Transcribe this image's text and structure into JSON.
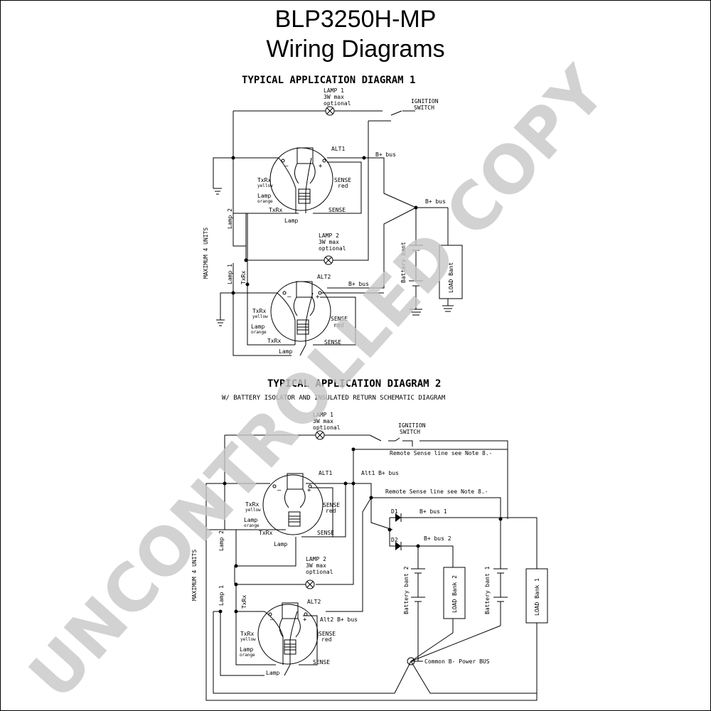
{
  "page": {
    "title_line1": "BLP3250H-MP",
    "title_line2": "Wiring Diagrams",
    "watermark": "UNCONTROLLED COPY"
  },
  "diagram1": {
    "heading": "TYPICAL APPLICATION DIAGRAM 1",
    "lamp1": [
      "LAMP 1",
      "3W max",
      "optional"
    ],
    "ignition": [
      "IGNITION",
      "SWITCH"
    ],
    "alt1": "ALT1",
    "alt2": "ALT2",
    "bplus_bus": "B+ bus",
    "txrx": "TxRx",
    "yellow": "yellow",
    "lamp_wire": "Lamp",
    "orange": "orange",
    "sense": "SENSE",
    "red": "red",
    "minus": "–",
    "plus": "+",
    "lamp2": [
      "LAMP 2",
      "3W max",
      "optional"
    ],
    "lamp2_side": "Lamp 2",
    "lamp1_side": "Lamp 1",
    "txrx_side": "TxRx",
    "max_units": "MAXIMUM 4 UNITS",
    "battery": "Battery bant",
    "load": "LOAD Bant"
  },
  "diagram2": {
    "heading": "TYPICAL APPLICATION DIAGRAM 2",
    "subheading": "W/ BATTERY ISOLATOR AND INSULATED RETURN SCHEMATIC DIAGRAM",
    "lamp1": [
      "LAMP 1",
      "3W max",
      "optional"
    ],
    "ignition": [
      "IGNITION",
      "SWITCH"
    ],
    "remote_sense_1": "Remote Sense line see Note 8.-",
    "remote_sense_2": "Remote Sense line see Note 8.-",
    "alt1": "ALT1",
    "alt2": "ALT2",
    "alt1_bus": "Alt1 B+ bus",
    "alt2_bus": "Alt2 B+ bus",
    "d1": "D1",
    "d2": "D2",
    "bus1": "B+ bus 1",
    "bus2": "B+ bus 2",
    "txrx": "TxRx",
    "yellow": "yellow",
    "lamp_wire": "Lamp",
    "orange": "orange",
    "sense": "SENSE",
    "red": "red",
    "minus": "–",
    "plus": "+",
    "lamp2": [
      "LAMP 2",
      "3W max",
      "optional"
    ],
    "lamp2_side": "Lamp 2",
    "lamp1_side": "Lamp 1",
    "txrx_side": "TxRx",
    "max_units": "MAXIMUM 4 UNITS",
    "battery2": "Battery bant 2",
    "load2": "LOAD Bank 2",
    "battery1": "Battery bant 1",
    "load1": "LOAD Bank 1",
    "common_bus": "Common B- Power BUS"
  }
}
